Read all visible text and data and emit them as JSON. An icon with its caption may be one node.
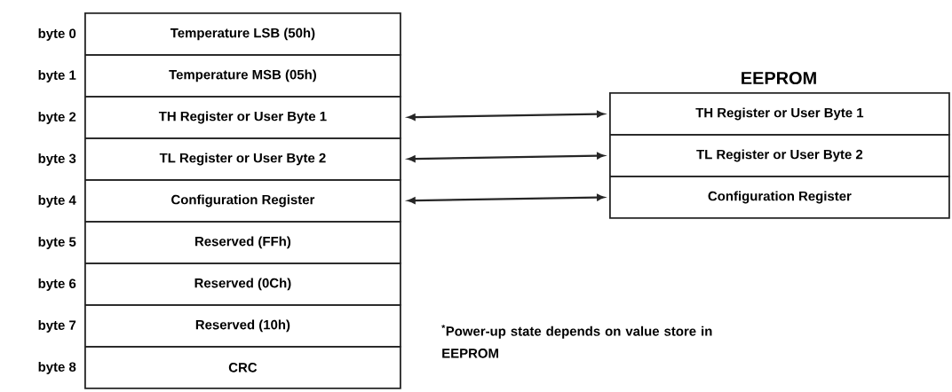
{
  "diagram": {
    "nodes": [
      {
        "text": [
          "Temperature LSB (50h)"
        ],
        "beside": [
          "byte 0"
        ]
      },
      {
        "text": [
          "Temperature MSB (05h)"
        ],
        "beside": [
          "byte 1"
        ]
      },
      {
        "text": [
          "TH Register or User Byte 1"
        ],
        "beside": [
          "byte 2"
        ]
      },
      {
        "text": [
          "TL Register or User Byte 2"
        ],
        "beside": [
          "byte 3"
        ]
      },
      {
        "text": [
          "Configuration Register"
        ],
        "beside": [
          "byte 4"
        ]
      },
      {
        "text": [
          "Reserved (FFh)"
        ],
        "beside": [
          "byte 5"
        ]
      },
      {
        "text": [
          "Reserved (0Ch)"
        ],
        "beside": [
          "byte 6"
        ]
      },
      {
        "text": [
          "Reserved (10h)"
        ],
        "beside": [
          "byte 7"
        ]
      },
      {
        "text": [
          "CRC"
        ],
        "beside": [
          "byte 8"
        ]
      },
      {
        "text": [
          "TH Register or User Byte 1"
        ]
      },
      {
        "text": [
          "TL Register or User Byte 2"
        ]
      },
      {
        "text": [
          "Configuration Register"
        ]
      }
    ],
    "edges": [
      {
        "from": 2,
        "to": 9,
        "arrow": "both"
      },
      {
        "from": 3,
        "to": 10,
        "arrow": "both"
      },
      {
        "from": 4,
        "to": 11,
        "arrow": "both"
      }
    ],
    "labels": [
      "EEPROM",
      "$^{*}$Power-up state depends on value store in EEPROM"
    ]
  }
}
